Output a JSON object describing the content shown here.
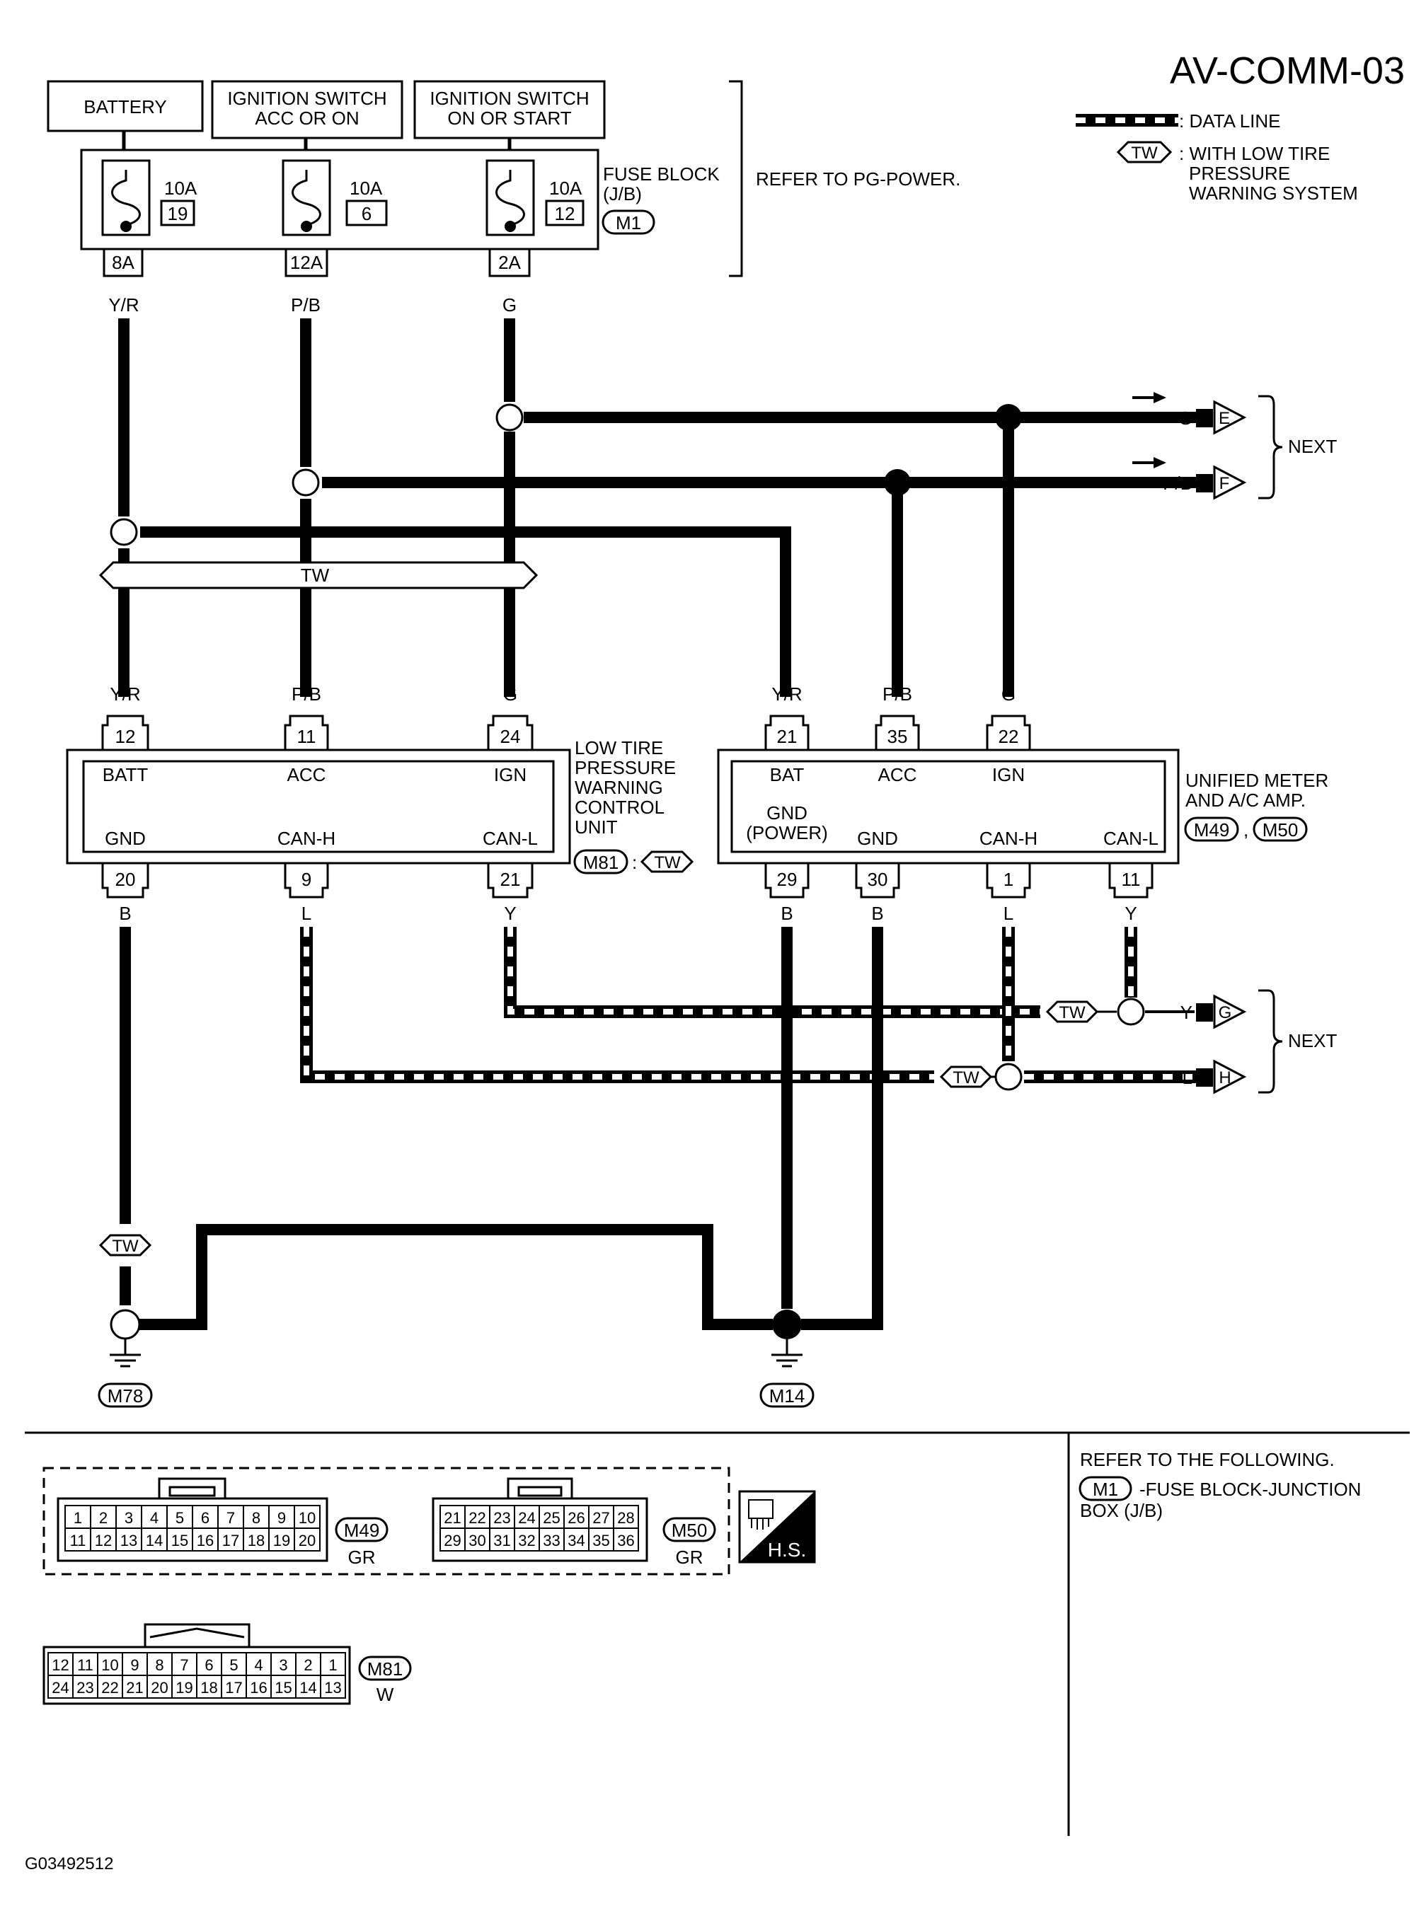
{
  "page_id": "AV-COMM-03",
  "footer_code": "G03492512",
  "legend": {
    "data_line": ": DATA LINE",
    "tw_badge": "TW",
    "tw_line1": ": WITH LOW TIRE",
    "tw_line2": "PRESSURE",
    "tw_line3": "WARNING SYSTEM"
  },
  "power_sources": {
    "battery": "BATTERY",
    "ign_acc_l1": "IGNITION SWITCH",
    "ign_acc_l2": "ACC OR ON",
    "ign_start_l1": "IGNITION SWITCH",
    "ign_start_l2": "ON OR START"
  },
  "fuse_block": {
    "title_l1": "FUSE BLOCK",
    "title_l2": "(J/B)",
    "connector": "M1",
    "refer": "REFER TO PG-POWER.",
    "fuses": [
      {
        "amp": "10A",
        "num": "19",
        "term": "8A",
        "wire": "Y/R"
      },
      {
        "amp": "10A",
        "num": "6",
        "term": "12A",
        "wire": "P/B"
      },
      {
        "amp": "10A",
        "num": "12",
        "term": "2A",
        "wire": "G"
      }
    ]
  },
  "tw_band": "TW",
  "next_upper": {
    "label": "NEXT",
    "e_wire": "G",
    "e_id": "E",
    "f_wire": "P/B",
    "f_id": "F"
  },
  "next_lower": {
    "label": "NEXT",
    "g_wire": "Y",
    "g_id": "G",
    "h_wire": "L",
    "h_id": "H",
    "tw": "TW"
  },
  "ltpw_unit": {
    "name_l1": "LOW TIRE",
    "name_l2": "PRESSURE",
    "name_l3": "WARNING",
    "name_l4": "CONTROL",
    "name_l5": "UNIT",
    "connector": "M81",
    "colon": ":",
    "tw": "TW",
    "top_pins": [
      {
        "wire": "Y/R",
        "num": "12",
        "func": "BATT"
      },
      {
        "wire": "P/B",
        "num": "11",
        "func": "ACC"
      },
      {
        "wire": "G",
        "num": "24",
        "func": "IGN"
      }
    ],
    "bottom_pins": [
      {
        "func": "GND",
        "num": "20",
        "wire": "B"
      },
      {
        "func": "CAN-H",
        "num": "9",
        "wire": "L"
      },
      {
        "func": "CAN-L",
        "num": "21",
        "wire": "Y"
      }
    ]
  },
  "meter_unit": {
    "name_l1": "UNIFIED METER",
    "name_l2": "AND A/C AMP.",
    "conn_a": "M49",
    "comma": ",",
    "conn_b": "M50",
    "top_pins": [
      {
        "wire": "Y/R",
        "num": "21",
        "func": "BAT"
      },
      {
        "wire": "P/B",
        "num": "35",
        "func": "ACC"
      },
      {
        "wire": "G",
        "num": "22",
        "func": "IGN"
      }
    ],
    "gnd_power_l1": "GND",
    "gnd_power_l2": "(POWER)",
    "bottom_pins": [
      {
        "func": "",
        "num": "29",
        "wire": "B"
      },
      {
        "func": "GND",
        "num": "30",
        "wire": "B"
      },
      {
        "func": "CAN-H",
        "num": "1",
        "wire": "L"
      },
      {
        "func": "CAN-L",
        "num": "11",
        "wire": "Y"
      }
    ]
  },
  "grounds": {
    "tw": "TW",
    "b1": "B",
    "b2": "B",
    "b3": "B",
    "b4": "B",
    "b5": "B",
    "left": "M78",
    "right": "M14"
  },
  "connectors": {
    "m49": {
      "id": "M49",
      "color": "GR",
      "row1": [
        "1",
        "2",
        "3",
        "4",
        "5",
        "6",
        "7",
        "8",
        "9",
        "10"
      ],
      "row2": [
        "11",
        "12",
        "13",
        "14",
        "15",
        "16",
        "17",
        "18",
        "19",
        "20"
      ]
    },
    "m50": {
      "id": "M50",
      "color": "GR",
      "row1": [
        "21",
        "22",
        "23",
        "24",
        "25",
        "26",
        "27",
        "28"
      ],
      "row2": [
        "29",
        "30",
        "31",
        "32",
        "33",
        "34",
        "35",
        "36"
      ]
    },
    "m81": {
      "id": "M81",
      "color": "W",
      "row1": [
        "12",
        "11",
        "10",
        "9",
        "8",
        "7",
        "6",
        "5",
        "4",
        "3",
        "2",
        "1"
      ],
      "row2": [
        "24",
        "23",
        "22",
        "21",
        "20",
        "19",
        "18",
        "17",
        "16",
        "15",
        "14",
        "13"
      ]
    },
    "hs": "H.S."
  },
  "refer_following": {
    "title": "REFER TO THE FOLLOWING.",
    "conn": "M1",
    "desc_l1": "-FUSE BLOCK-JUNCTION",
    "desc_l2": "BOX (J/B)"
  }
}
